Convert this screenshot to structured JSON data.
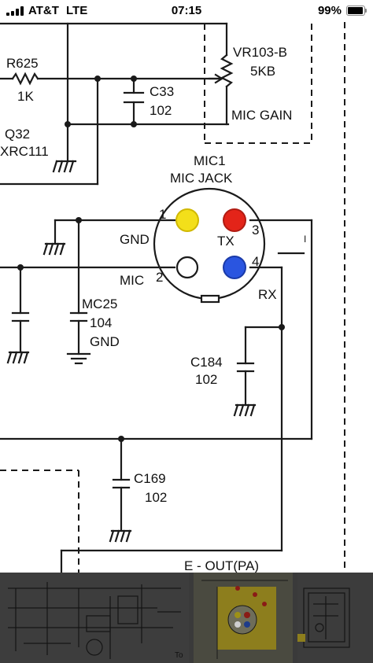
{
  "status_bar": {
    "carrier": "AT&T",
    "network": "LTE",
    "time": "07:15",
    "battery": "99%",
    "icons": [
      "signal-bars-icon",
      "battery-icon"
    ]
  },
  "schematic": {
    "r625_name": "R625",
    "r625_value": "1K",
    "c33_name": "C33",
    "c33_value": "102",
    "vr103_name": "VR103-B",
    "vr103_value": "5KB",
    "mic_gain": "MIC GAIN",
    "q32_name": "Q32",
    "q32_part": "XRC111",
    "mic1_name": "MIC1",
    "mic_jack": "MIC JACK",
    "pin1": "1",
    "pin2": "2",
    "pin3": "3",
    "pin4": "4",
    "gnd": "GND",
    "mic": "MIC",
    "tx": "TX",
    "rx": "RX",
    "mc25_name": "MC25",
    "mc25_value": "104",
    "mc25_gnd": "GND",
    "c184_name": "C184",
    "c184_value": "102",
    "c169_name": "C169",
    "c169_value": "102",
    "e_out": "E - OUT(PA)",
    "small_mark": "I"
  },
  "thumbnails": {
    "thumb2_label": "To",
    "count": 3,
    "colors": {
      "yellow": "#f3df1a",
      "red": "#e32419",
      "blue": "#2a55e0",
      "board": "#d9c020"
    }
  }
}
